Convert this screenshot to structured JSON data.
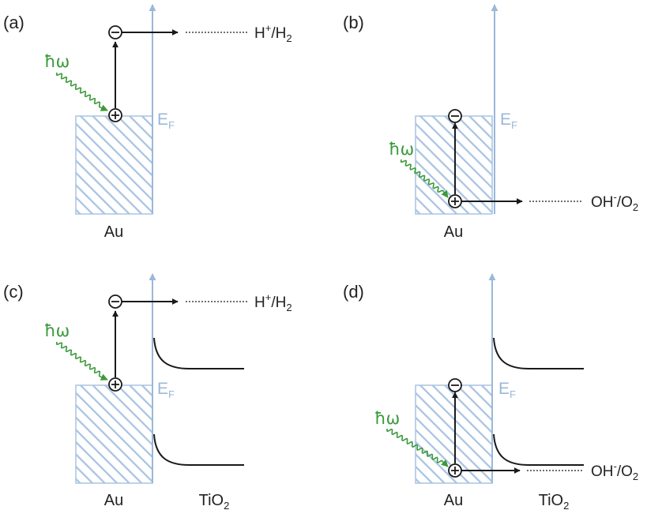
{
  "colors": {
    "axis": "#9ab8d8",
    "hatch": "#a9c4e2",
    "photon": "#3a9a3a",
    "ink": "#1a1a1a"
  },
  "panels": [
    {
      "id": "a",
      "label": "(a)",
      "metal": "Au",
      "semiconductor": "",
      "fermi_main": "E",
      "fermi_sub": "F",
      "photon": "ħω",
      "hole_symbol": "⊕",
      "electron_symbol": "⊖",
      "carrier_transferred": "electron",
      "reaction": {
        "parts": [
          "H",
          "+",
          "/H",
          "2"
        ]
      }
    },
    {
      "id": "b",
      "label": "(b)",
      "metal": "Au",
      "semiconductor": "",
      "fermi_main": "E",
      "fermi_sub": "F",
      "photon": "ħω",
      "hole_symbol": "⊕",
      "electron_symbol": "⊖",
      "carrier_transferred": "hole",
      "reaction": {
        "parts": [
          "OH",
          "-",
          "/O",
          "2"
        ]
      }
    },
    {
      "id": "c",
      "label": "(c)",
      "metal": "Au",
      "semiconductor_main": "TiO",
      "semiconductor_sub": "2",
      "fermi_main": "E",
      "fermi_sub": "F",
      "photon": "ħω",
      "hole_symbol": "⊕",
      "electron_symbol": "⊖",
      "carrier_transferred": "electron",
      "reaction": {
        "parts": [
          "H",
          "+",
          "/H",
          "2"
        ]
      }
    },
    {
      "id": "d",
      "label": "(d)",
      "metal": "Au",
      "semiconductor_main": "TiO",
      "semiconductor_sub": "2",
      "fermi_main": "E",
      "fermi_sub": "F",
      "photon": "ħω",
      "hole_symbol": "⊕",
      "electron_symbol": "⊖",
      "carrier_transferred": "hole",
      "reaction": {
        "parts": [
          "OH",
          "-",
          "/O",
          "2"
        ]
      }
    }
  ]
}
